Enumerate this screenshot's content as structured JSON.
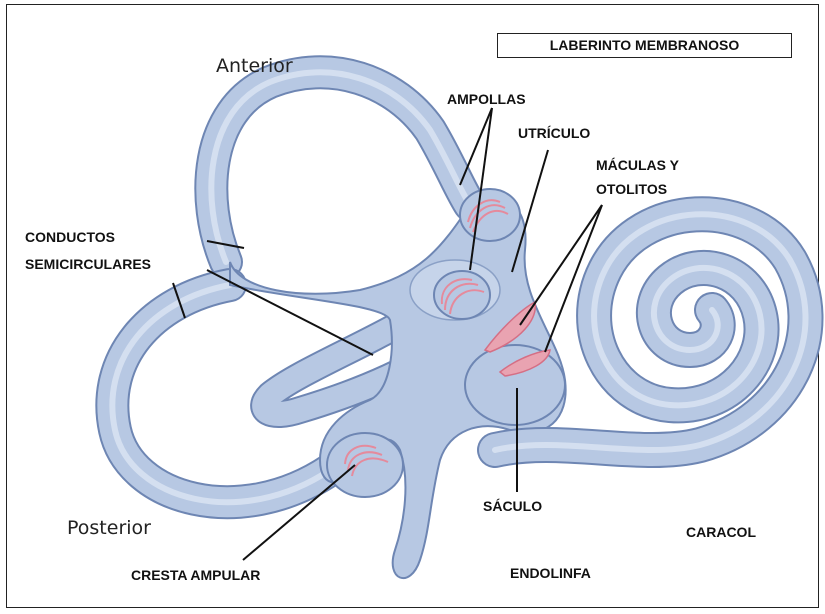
{
  "diagram": {
    "title": "LABERINTO MEMBRANOSO",
    "labels": {
      "anterior": "Anterior",
      "posterior": "Posterior",
      "ampollas": "AMPOLLAS",
      "utriculo": "UTRÍCULO",
      "maculas_line1": "MÁCULAS Y",
      "maculas_line2": "OTOLITOS",
      "conductos_line1": "CONDUCTOS",
      "conductos_line2": "SEMICIRCULARES",
      "saculo": "SÁCULO",
      "caracol": "CARACOL",
      "cresta_ampular": "CRESTA AMPULAR",
      "endolinfa": "ENDOLINFA"
    },
    "colors": {
      "membrane_fill": "#b7c8e3",
      "membrane_stroke": "#6e86b3",
      "membrane_highlight": "#dbe5f3",
      "sensory_tissue": "#e58a9c",
      "leader_lines": "#111111"
    }
  }
}
